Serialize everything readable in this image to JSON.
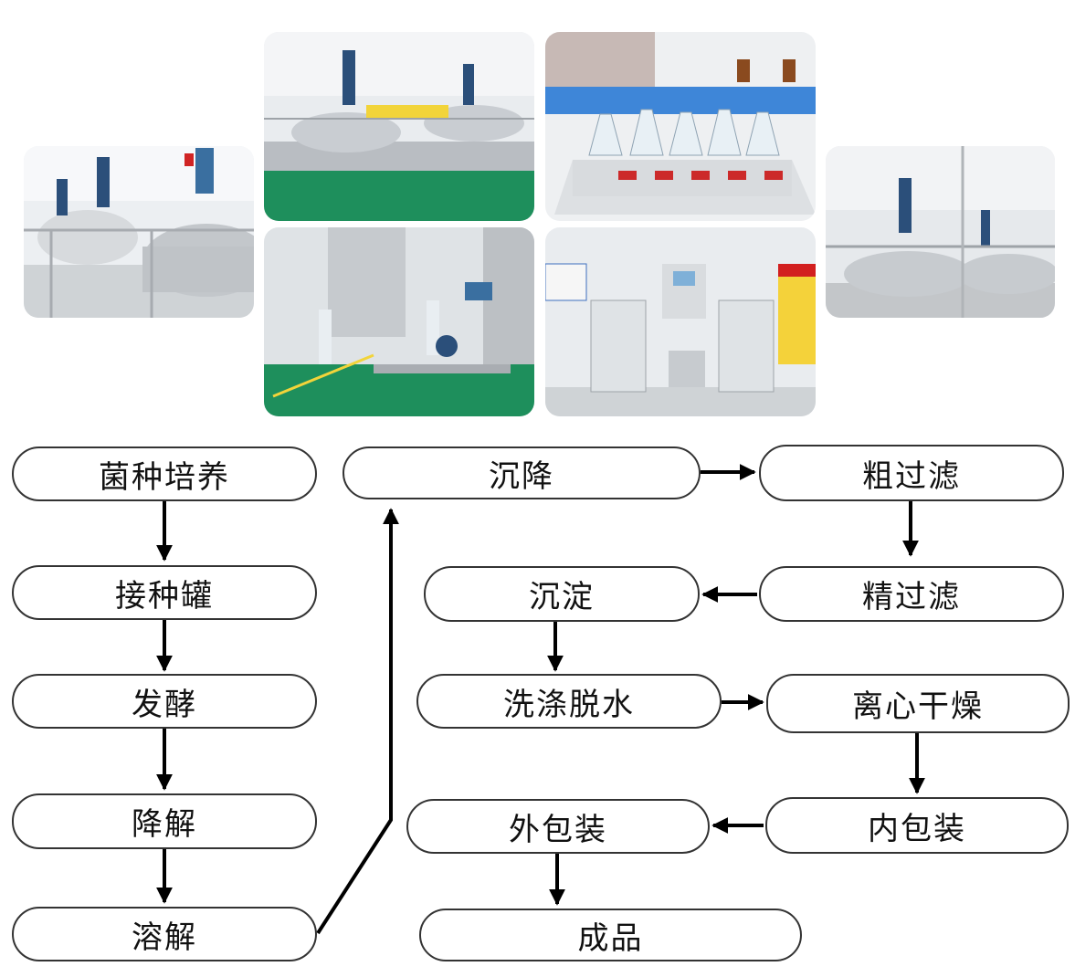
{
  "photos": [
    {
      "name": "reactor-hall-left",
      "theme": "hall"
    },
    {
      "name": "fermentation-tanks-top",
      "theme": "tanks-green"
    },
    {
      "name": "lab-flasks",
      "theme": "lab"
    },
    {
      "name": "reactor-hall-right",
      "theme": "hall"
    },
    {
      "name": "pipe-workshop",
      "theme": "pipes-green"
    },
    {
      "name": "bioreactor-lab",
      "theme": "bioreactor"
    }
  ],
  "steps": {
    "s1": "菌种培养",
    "s2": "接种罐",
    "s3": "发酵",
    "s4": "降解",
    "s5": "溶解",
    "s6": "沉降",
    "s7": "粗过滤",
    "s8": "精过滤",
    "s9": "沉淀",
    "s10": "洗涤脱水",
    "s11": "离心干燥",
    "s12": "内包装",
    "s13": "外包装",
    "s14": "成品"
  },
  "colors": {
    "border": "#333333",
    "arrow": "#000000",
    "floor": "#1e8f5c",
    "steel": "#c9cdd2"
  }
}
